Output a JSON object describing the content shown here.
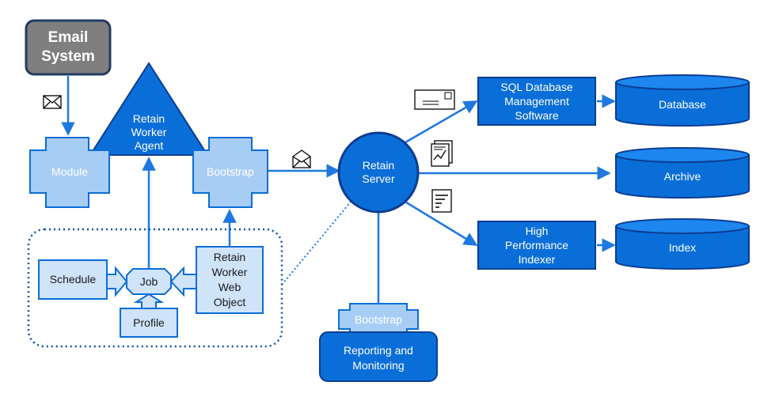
{
  "email_system": {
    "label": "Email\nSystem"
  },
  "agent": {
    "triangle_label": "Retain\nWorker\nAgent",
    "module_label": "Module",
    "bootstrap_label": "Bootstrap"
  },
  "worker_group": {
    "schedule_label": "Schedule",
    "job_label": "Job",
    "profile_label": "Profile",
    "web_object_label": "Retain\nWorker\nWeb\nObject"
  },
  "server": {
    "label": "Retain\nServer"
  },
  "reporting": {
    "bootstrap_label": "Bootstrap",
    "label": "Reporting and\nMonitoring"
  },
  "storage": {
    "sql_label": "SQL Database\nManagement\nSoftware",
    "database_label": "Database",
    "archive_label": "Archive",
    "indexer_label": "High\nPerformance\nIndexer",
    "index_label": "Index"
  },
  "icons": {
    "email_system_to_module": "envelope-icon",
    "bootstrap_to_server": "envelope-open-icon",
    "server_to_sql": "letter-icon",
    "server_to_archive": "chart-document-icon",
    "server_to_indexer": "index-document-icon"
  },
  "colors": {
    "primary_blue": "#0a6ed9",
    "light_blue": "#a8cdf5",
    "pale_blue": "#cfe3f9",
    "dark_border": "#0b3d91",
    "email_gray": "#7f7f7f",
    "connector": "#1e78e0"
  }
}
